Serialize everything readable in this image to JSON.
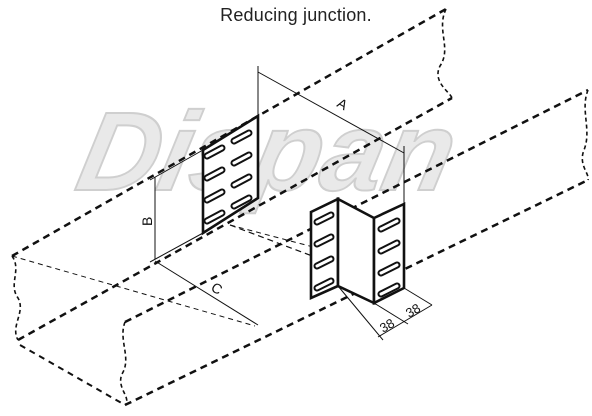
{
  "title": "Reducing junction.",
  "watermark": "Dispan",
  "dimensions": {
    "a": "A",
    "b": "B",
    "c": "C",
    "flange_1": "38",
    "flange_2": "38"
  },
  "colors": {
    "line": "#111111",
    "plate_fill": "#ffffff",
    "watermark_fill": "#e9e9e9",
    "watermark_stroke": "#cfcfcf",
    "text": "#222222"
  }
}
